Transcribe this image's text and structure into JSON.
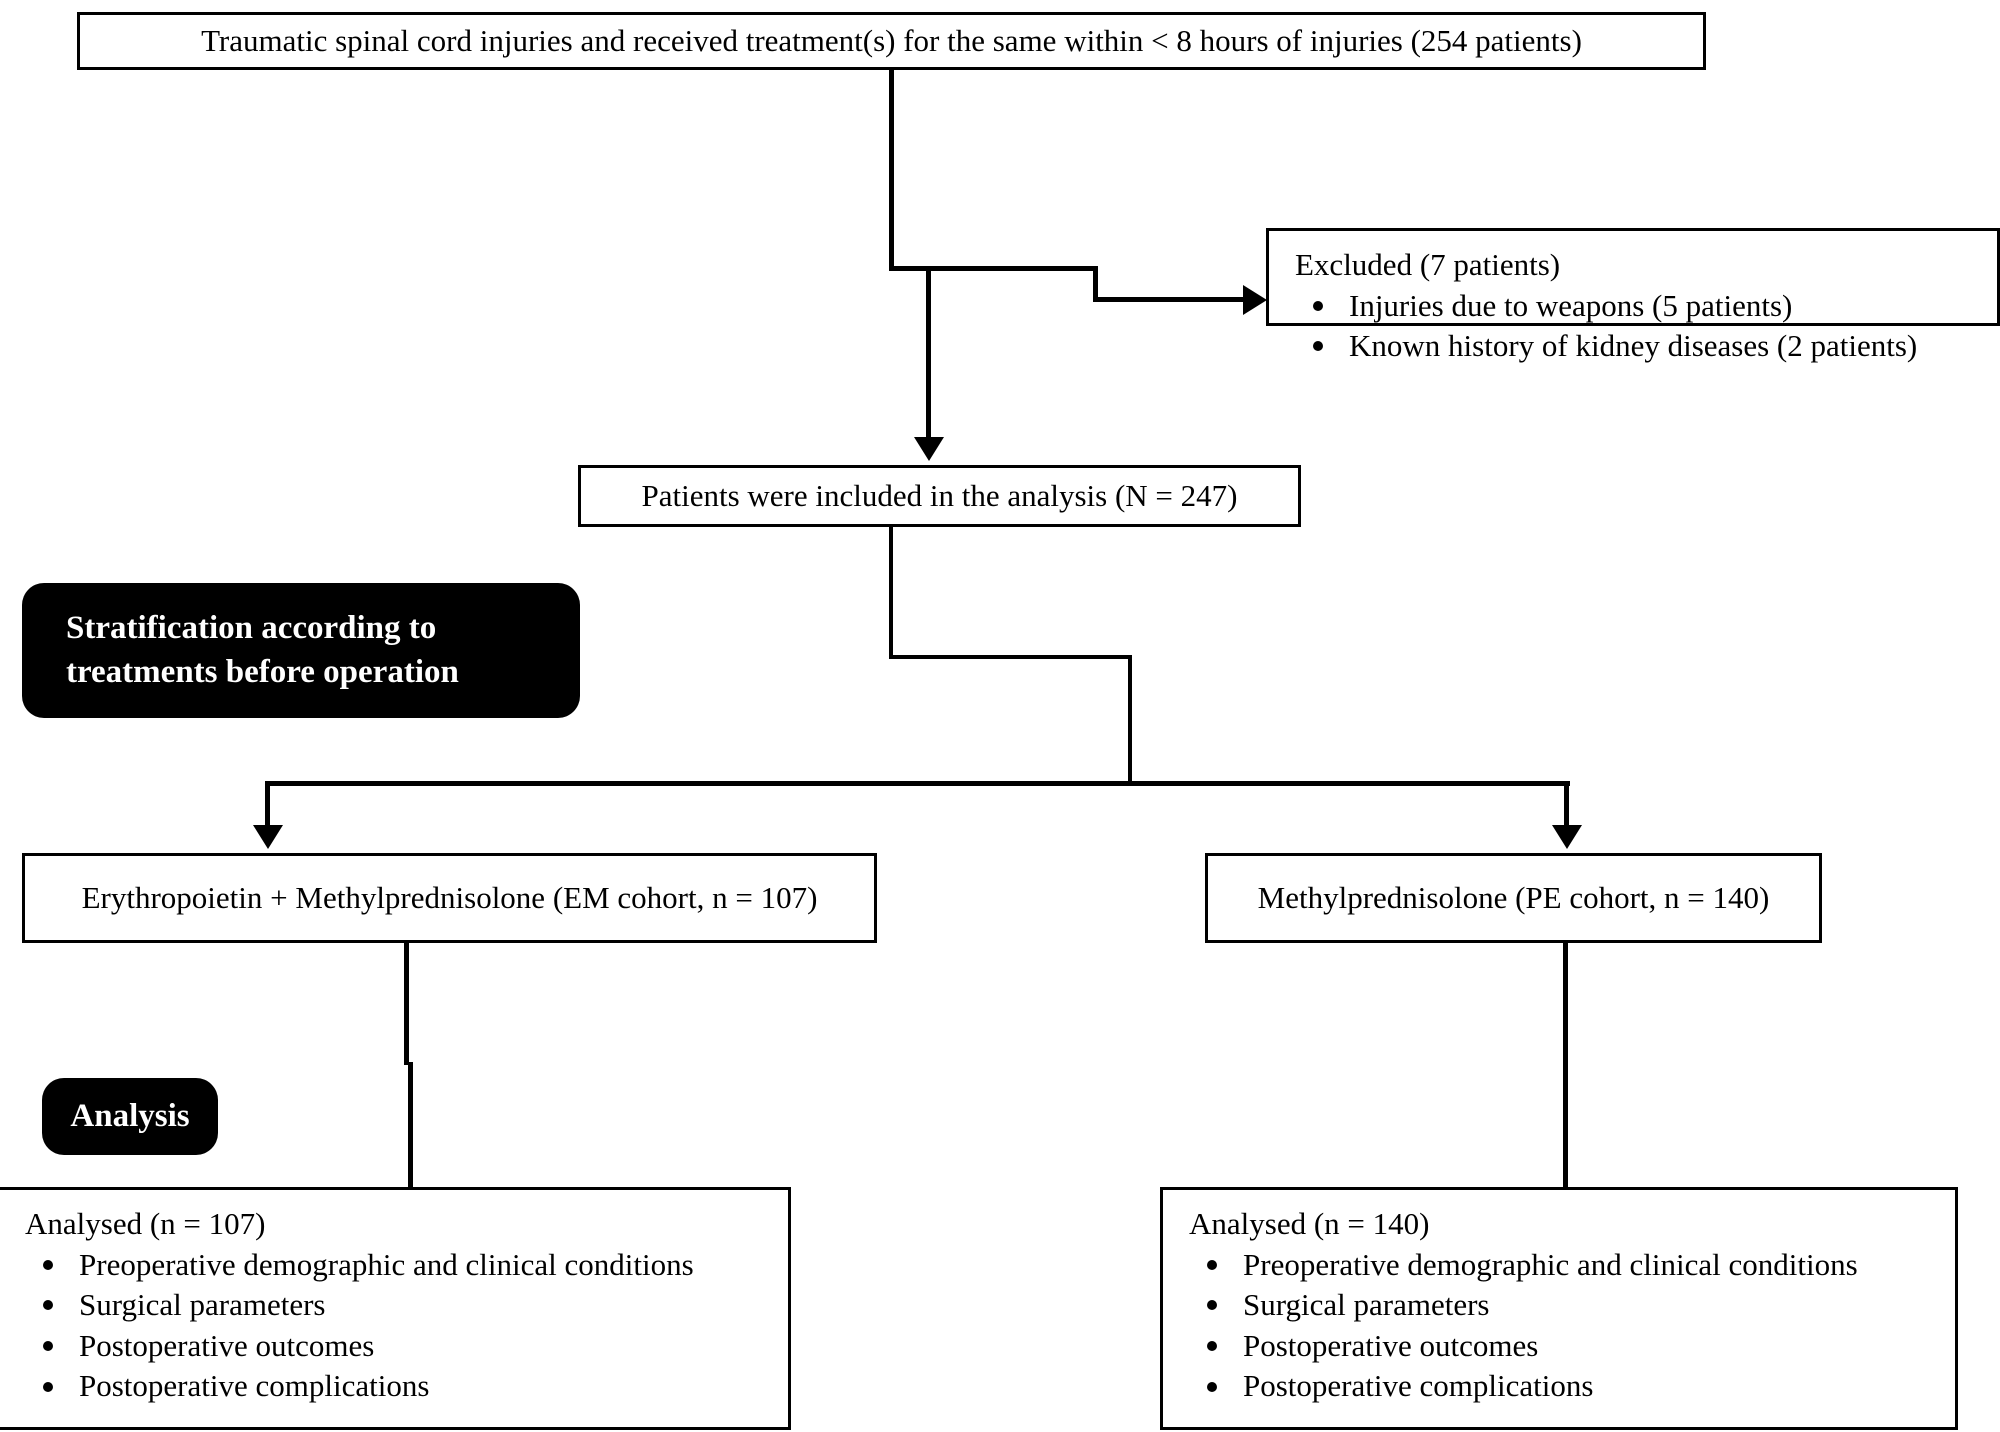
{
  "diagram": {
    "type": "flowchart",
    "title": "Patient selection and stratification flow diagram",
    "accent_color": "#000000",
    "background_color": "#ffffff"
  },
  "nodes": {
    "enrollment": {
      "text": "Traumatic spinal cord injuries and received treatment(s) for the same within < 8 hours of injuries (254 patients)"
    },
    "excluded": {
      "lead": "Excluded (7 patients)",
      "items": [
        "Injuries due to weapons (5 patients)",
        "Known history of kidney diseases (2 patients)"
      ]
    },
    "included": {
      "text": "Patients were included in the analysis (N = 247)"
    },
    "stratification_badge": {
      "line1": "Stratification according to",
      "line2": "treatments before operation"
    },
    "analysis_badge": {
      "text": "Analysis"
    },
    "cohort_em": {
      "text": "Erythropoietin + Methylprednisolone (EM cohort, n = 107)"
    },
    "cohort_pe": {
      "text": "Methylprednisolone (PE cohort, n = 140)"
    },
    "analysed_em": {
      "lead": "Analysed (n = 107)",
      "items": [
        "Preoperative demographic and clinical conditions",
        "Surgical parameters",
        "Postoperative outcomes",
        "Postoperative complications"
      ]
    },
    "analysed_pe": {
      "lead": "Analysed (n = 140)",
      "items": [
        "Preoperative demographic and clinical conditions",
        "Surgical parameters",
        "Postoperative outcomes",
        "Postoperative complications"
      ]
    }
  }
}
